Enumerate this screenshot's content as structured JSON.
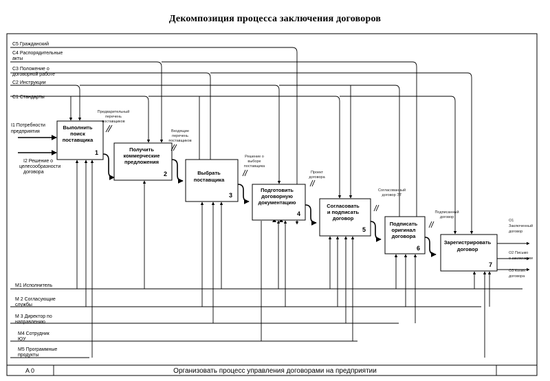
{
  "title": "Декомпозиция процесса заключения договоров",
  "controls": [
    {
      "code": "C5",
      "lines": [
        "C5 Гражданский"
      ]
    },
    {
      "code": "C4",
      "lines": [
        "C4 Распорядительные",
        "акты"
      ]
    },
    {
      "code": "C3",
      "lines": [
        "C3 Положение о",
        "договорной работе"
      ]
    },
    {
      "code": "C2",
      "lines": [
        "C2 Инструкции"
      ]
    },
    {
      "code": "C1",
      "lines": [
        "C1 Стандарты"
      ]
    }
  ],
  "inputs": [
    {
      "code": "I1",
      "lines": [
        "I1 Потребности",
        "предприятия"
      ]
    },
    {
      "code": "I2",
      "lines": [
        "I2 Решение о",
        "целесообразности",
        "договора"
      ]
    }
  ],
  "mechanisms": [
    {
      "code": "M1",
      "lines": [
        "M1 Исполнитель"
      ]
    },
    {
      "code": "M2",
      "lines": [
        "M 2 Согласующие",
        "службы"
      ]
    },
    {
      "code": "M3",
      "lines": [
        "M 3 Директор по",
        "направлению"
      ]
    },
    {
      "code": "M4",
      "lines": [
        "M4 Сотрудник",
        "ЮУ"
      ]
    },
    {
      "code": "M5",
      "lines": [
        "M5 Программные",
        "продукты"
      ]
    }
  ],
  "activities": [
    {
      "num": "1",
      "lines": [
        "Выполнить",
        "поиск",
        "поставщика"
      ]
    },
    {
      "num": "2",
      "lines": [
        "Получить",
        "коммерческие",
        "предложения"
      ]
    },
    {
      "num": "3",
      "lines": [
        "Выбрать",
        "поставщика"
      ]
    },
    {
      "num": "4",
      "lines": [
        "Подготовить",
        "договорную",
        "документацию"
      ]
    },
    {
      "num": "5",
      "lines": [
        "Согласовать",
        "и подписать",
        "договор"
      ]
    },
    {
      "num": "6",
      "lines": [
        "Подписать",
        "оригинал",
        "договора"
      ]
    },
    {
      "num": "7",
      "lines": [
        "Зарегистрировать",
        "договор"
      ]
    }
  ],
  "arrow_labels": [
    {
      "lines": [
        "Предварительный",
        "перечень",
        "поставщиков"
      ]
    },
    {
      "lines": [
        "Входящие",
        "перечень",
        "поставщиков"
      ]
    },
    {
      "lines": [
        "Решение о",
        "выборе",
        "поставщика"
      ]
    },
    {
      "lines": [
        "Проект",
        "договора"
      ]
    },
    {
      "lines": [
        "Согласованный",
        "договор ЭТ"
      ]
    },
    {
      "lines": [
        "Подписанный",
        "договор"
      ]
    }
  ],
  "outputs": [
    {
      "lines": [
        "O1",
        "Заключенный",
        "договор"
      ]
    },
    {
      "lines": [
        "O2 Письмо",
        "о заключении"
      ]
    },
    {
      "lines": [
        "O3 Копия",
        "договора"
      ]
    }
  ],
  "footer": {
    "node": "A 0",
    "title": "Организовать процесс управления договорами  на предприятии"
  }
}
